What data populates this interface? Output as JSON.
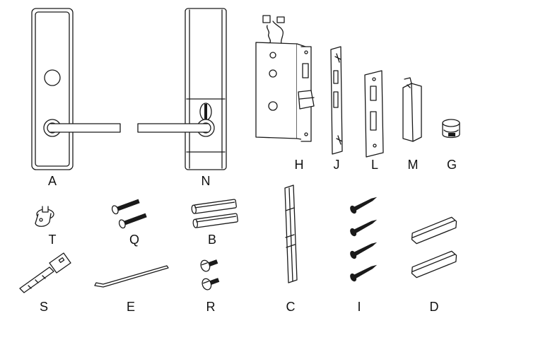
{
  "labels": {
    "A": "A",
    "N": "N",
    "H": "H",
    "J": "J",
    "L": "L",
    "M": "M",
    "G": "G",
    "T": "T",
    "Q": "Q",
    "B": "B",
    "C": "C",
    "I": "I",
    "D": "D",
    "S": "S",
    "E": "E",
    "R": "R"
  }
}
